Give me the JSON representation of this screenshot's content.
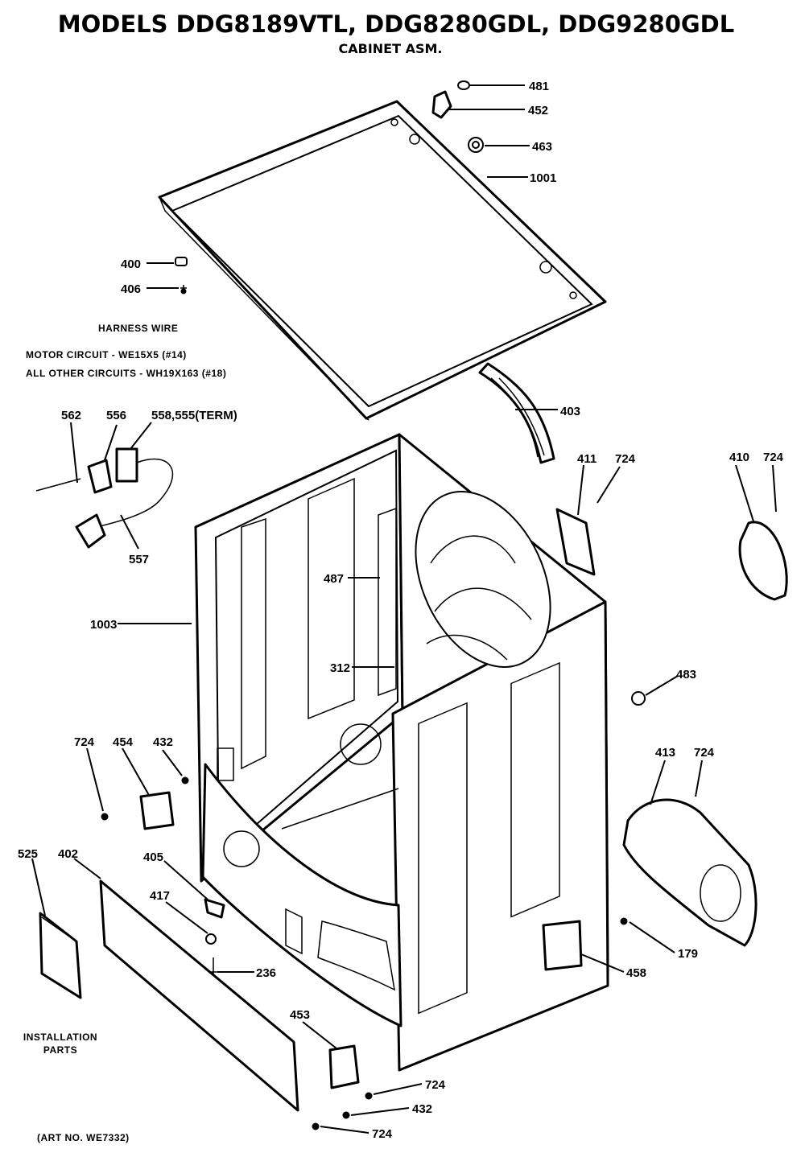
{
  "title": "MODELS DDG8189VTL, DDG8280GDL, DDG9280GDL",
  "subtitle": "CABINET ASM.",
  "harness": {
    "heading": "HARNESS WIRE",
    "motor": "MOTOR CIRCUIT - WE15X5 (#14)",
    "other": "ALL OTHER CIRCUITS - WH19X163 (#18)"
  },
  "installation": [
    "INSTALLATION",
    "PARTS"
  ],
  "art_no": "(ART NO. WE7332)",
  "callouts": {
    "c481": "481",
    "c452": "452",
    "c463": "463",
    "c1001": "1001",
    "c400": "400",
    "c406": "406",
    "c403": "403",
    "c562": "562",
    "c556": "556",
    "c558": "558,555(TERM)",
    "c557": "557",
    "c411": "411",
    "c724a": "724",
    "c410": "410",
    "c724b": "724",
    "c487": "487",
    "c312": "312",
    "c1003": "1003",
    "c483": "483",
    "c724c": "724",
    "c454": "454",
    "c432a": "432",
    "c413": "413",
    "c724d": "724",
    "c525": "525",
    "c402": "402",
    "c405": "405",
    "c417": "417",
    "c236": "236",
    "c179": "179",
    "c458": "458",
    "c453": "453",
    "c724e": "724",
    "c432b": "432",
    "c724f": "724"
  }
}
